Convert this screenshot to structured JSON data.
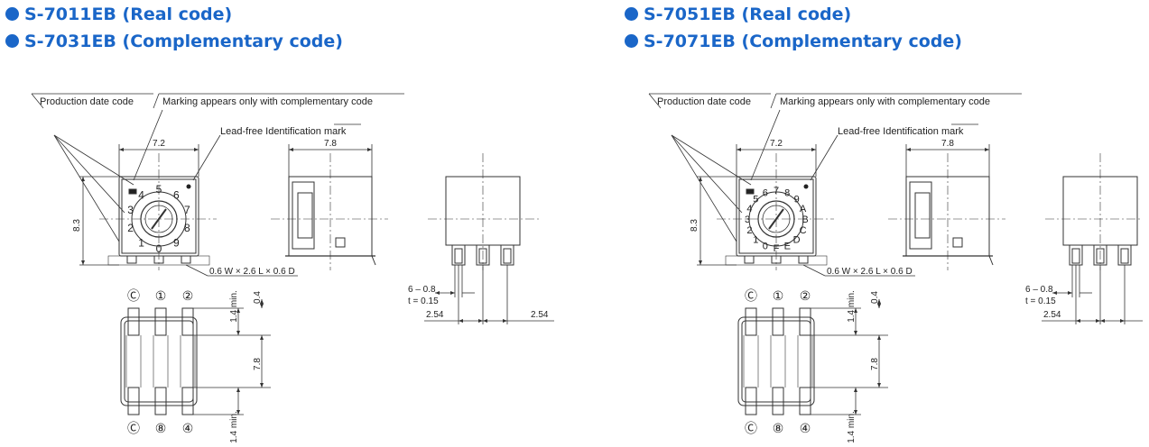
{
  "colors": {
    "heading": "#1a66c8",
    "line": "#333333"
  },
  "panels": [
    {
      "headings": [
        "S-7011EB (Real code)",
        "S-7031EB (Complementary code)"
      ],
      "callouts": {
        "production_date": "Production date code",
        "marking": "Marking appears only with complementary code",
        "lead_free": "Lead-free Identification mark"
      },
      "dims": {
        "width": "7.2",
        "height": "8.3",
        "side_width": "7.8",
        "terminal": "0.6 W × 2.6 L × 0.6 D",
        "pin_size": "6 – 0.8",
        "thickness": "t = 0.15",
        "pitch_left": "2.54",
        "pitch_right": "2.54",
        "lead_top": "1.4 min.",
        "gap": "0.4",
        "pin_span": "7.8",
        "lead_bottom": "1.4 min."
      },
      "dial_digits": [
        "5",
        "6",
        "7",
        "8",
        "9",
        "0",
        "1",
        "2",
        "3",
        "4"
      ],
      "pins_top": [
        "Ⓒ",
        "①",
        "②"
      ],
      "pins_bottom": [
        "Ⓒ",
        "⑧",
        "④"
      ]
    },
    {
      "headings": [
        "S-7051EB (Real code)",
        "S-7071EB (Complementary code)"
      ],
      "callouts": {
        "production_date": "Production date code",
        "marking": "Marking appears only with complementary code",
        "lead_free": "Lead-free Identification mark"
      },
      "dims": {
        "width": "7.2",
        "height": "8.3",
        "side_width": "7.8",
        "terminal": "0.6 W × 2.6 L × 0.6 D",
        "pin_size": "6 – 0.8",
        "thickness": "t = 0.15",
        "pitch_left": "2.54",
        "pitch_right": "2.54",
        "lead_top": "1.4 min.",
        "gap": "0.4",
        "pin_span": "7.8",
        "lead_bottom": "1.4 min."
      },
      "dial_digits": [
        "7",
        "8",
        "9",
        "A",
        "B",
        "C",
        "D",
        "E",
        "F",
        "0",
        "1",
        "2",
        "3",
        "4",
        "5",
        "6"
      ],
      "pins_top": [
        "Ⓒ",
        "①",
        "②"
      ],
      "pins_bottom": [
        "Ⓒ",
        "⑧",
        "④"
      ]
    }
  ]
}
